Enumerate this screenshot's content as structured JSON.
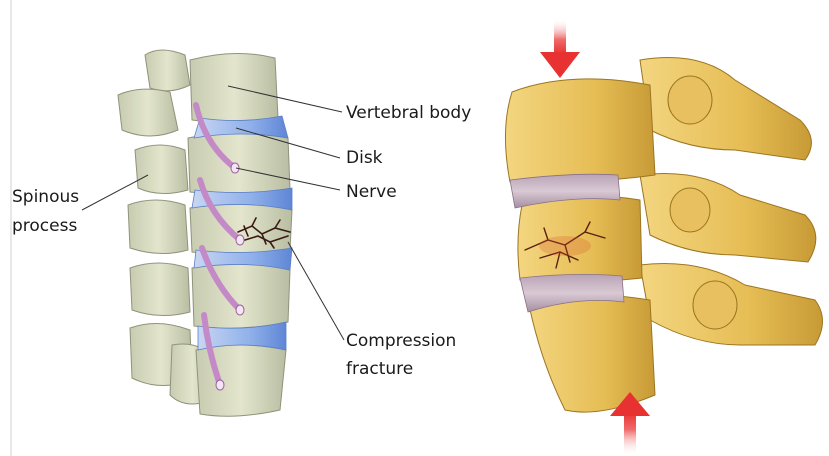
{
  "labels": {
    "vertebral_body": "Vertebral body",
    "disk": "Disk",
    "nerve": "Nerve",
    "spinous_line1": "Spinous",
    "spinous_line2": "process",
    "compression_line1": "Compression",
    "compression_line2": "fracture"
  },
  "colors": {
    "bone_pale": "#dfe2c6",
    "bone_pale_shadow": "#aeb49a",
    "disk_blue": "#7d9fe0",
    "nerve_purple": "#c48ac8",
    "fracture_dark": "#3a1a14",
    "bone_gold": "#e9c35c",
    "bone_gold_shadow": "#b88b2a",
    "disk_mauve": "#c9b5c4",
    "arrow_red": "#ee3f3f"
  },
  "icons": [
    "down-arrow-icon",
    "up-arrow-icon"
  ]
}
